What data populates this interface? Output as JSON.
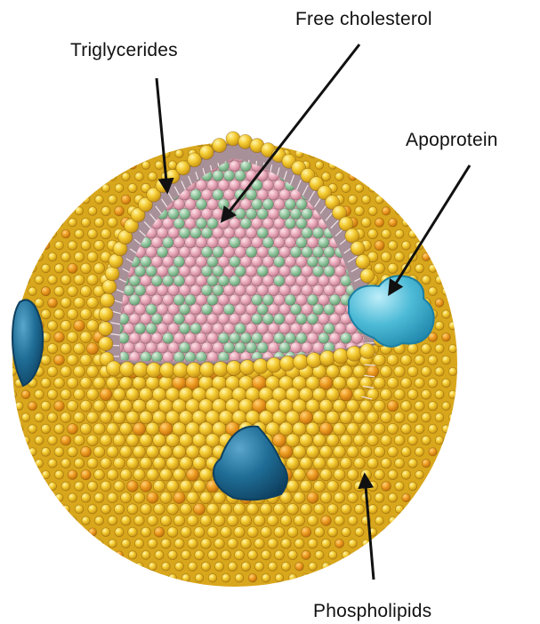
{
  "labels": {
    "triglycerides": "Triglycerides",
    "free_cholesterol": "Free cholesterol",
    "apoprotein": "Apoprotein",
    "phospholipids": "Phospholipids"
  },
  "colors": {
    "phospholipid_head": "#f2c62a",
    "phospholipid_shadow": "#c8961a",
    "phospholipid_highlight": "#fff3a6",
    "orange_head": "#e89a1c",
    "triglyceride": "#e7a5b6",
    "cholesterol": "#8fc49c",
    "tail_band": "#a89098",
    "apoprotein_light": "#59bfd9",
    "apoprotein_dark": "#1c6a92",
    "arrow": "#111111"
  }
}
